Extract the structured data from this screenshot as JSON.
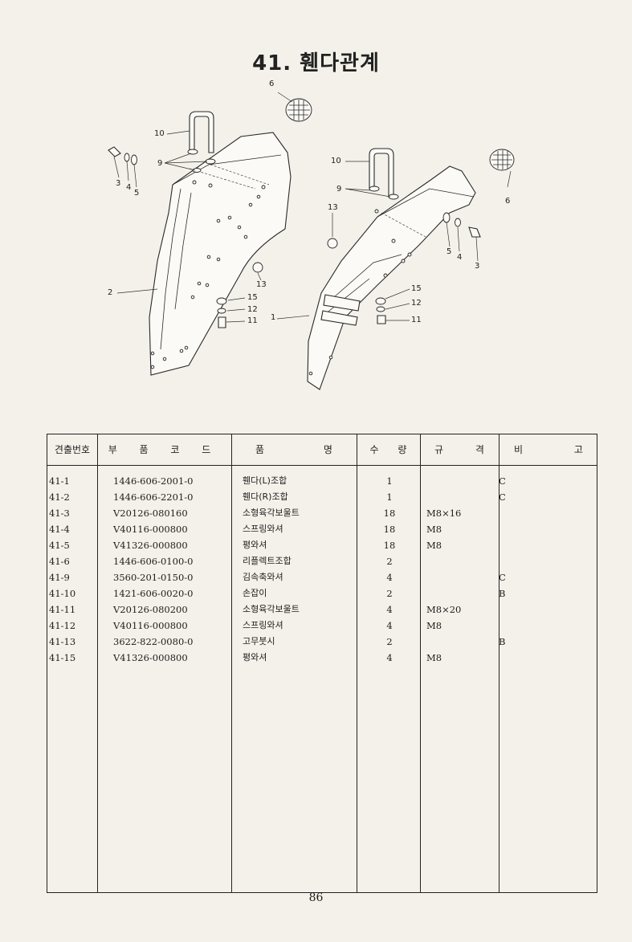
{
  "page": {
    "title": "41. 휀다관계",
    "page_number": "86"
  },
  "diagram": {
    "labels": [
      "6",
      "10",
      "9",
      "3",
      "4",
      "5",
      "2",
      "13",
      "15",
      "12",
      "11",
      "10",
      "9",
      "13",
      "6",
      "5",
      "4",
      "3",
      "15",
      "12",
      "11",
      "1"
    ]
  },
  "table": {
    "headers": {
      "no": "견출번호",
      "code": "부 품 코 드",
      "name": "품 명",
      "qty": "수 량",
      "spec": "규 격",
      "note": "비 고"
    },
    "rows": [
      {
        "no": "41-1",
        "code": "1446-606-2001-0",
        "name": "휀다(L)조합",
        "qty": "1",
        "spec": "",
        "note": "C"
      },
      {
        "no": "41-2",
        "code": "1446-606-2201-0",
        "name": "휀다(R)조합",
        "qty": "1",
        "spec": "",
        "note": "C"
      },
      {
        "no": "41-3",
        "code": "V20126-080160",
        "name": "소형육각보울트",
        "qty": "18",
        "spec": "M8×16",
        "note": ""
      },
      {
        "no": "41-4",
        "code": "V40116-000800",
        "name": "스프링와셔",
        "qty": "18",
        "spec": "M8",
        "note": ""
      },
      {
        "no": "41-5",
        "code": "V41326-000800",
        "name": "평와셔",
        "qty": "18",
        "spec": "M8",
        "note": ""
      },
      {
        "no": "41-6",
        "code": "1446-606-0100-0",
        "name": "리플렉트조합",
        "qty": "2",
        "spec": "",
        "note": ""
      },
      {
        "no": "41-9",
        "code": "3560-201-0150-0",
        "name": "김속축와셔",
        "qty": "4",
        "spec": "",
        "note": "C"
      },
      {
        "no": "41-10",
        "code": "1421-606-0020-0",
        "name": "손잡이",
        "qty": "2",
        "spec": "",
        "note": "B"
      },
      {
        "no": "41-11",
        "code": "V20126-080200",
        "name": "소형육각보울트",
        "qty": "4",
        "spec": "M8×20",
        "note": ""
      },
      {
        "no": "41-12",
        "code": "V40116-000800",
        "name": "스프링와셔",
        "qty": "4",
        "spec": "M8",
        "note": ""
      },
      {
        "no": "41-13",
        "code": "3622-822-0080-0",
        "name": "고무붓시",
        "qty": "2",
        "spec": "",
        "note": "B"
      },
      {
        "no": "41-15",
        "code": "V41326-000800",
        "name": "평와셔",
        "qty": "4",
        "spec": "M8",
        "note": ""
      }
    ]
  }
}
